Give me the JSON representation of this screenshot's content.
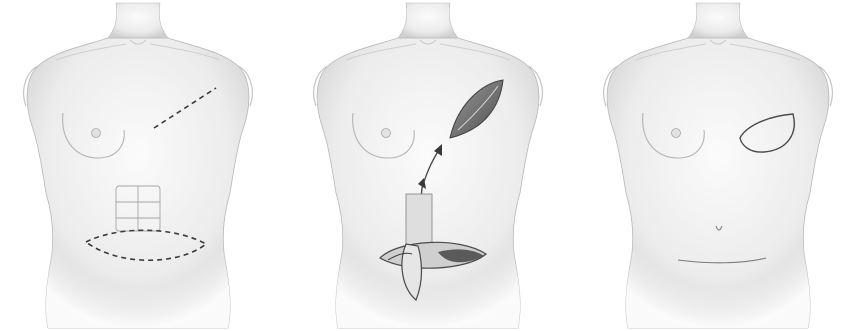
{
  "figure": {
    "panels": [
      {
        "stage": "incision-markings"
      },
      {
        "stage": "flap-transfer"
      },
      {
        "stage": "reconstruction-result"
      }
    ],
    "colors": {
      "background": "#ffffff",
      "skin_light": "#f4f4f4",
      "skin_shade": "#c9c9c9",
      "outline": "#8e8e8e",
      "dashed_mark": "#3a3a3a",
      "flap_dark": "#5c5c5c"
    }
  }
}
